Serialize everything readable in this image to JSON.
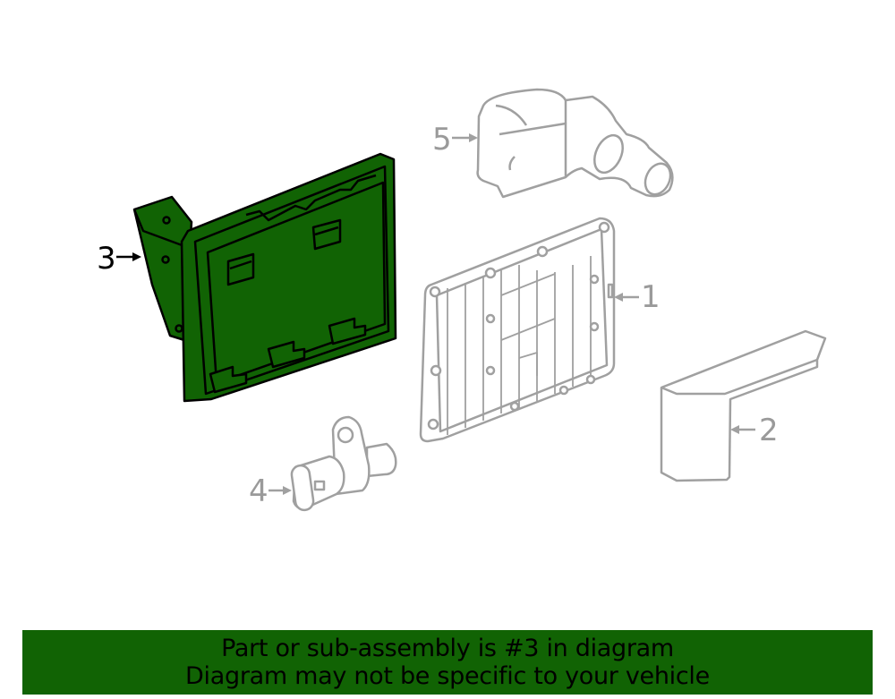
{
  "diagram": {
    "parts": [
      {
        "number": "1",
        "label": "1",
        "highlighted": false
      },
      {
        "number": "2",
        "label": "2",
        "highlighted": false
      },
      {
        "number": "3",
        "label": "3",
        "highlighted": true
      },
      {
        "number": "4",
        "label": "4",
        "highlighted": false
      },
      {
        "number": "5",
        "label": "5",
        "highlighted": false
      }
    ],
    "colors": {
      "highlight_fill": "#116304",
      "outline_gray": "#a0a0a0",
      "highlight_outline": "#000000"
    }
  },
  "banner": {
    "line1": "Part or sub-assembly is #3 in diagram",
    "line2": "Diagram may not be specific to your vehicle",
    "background": "#116304"
  }
}
